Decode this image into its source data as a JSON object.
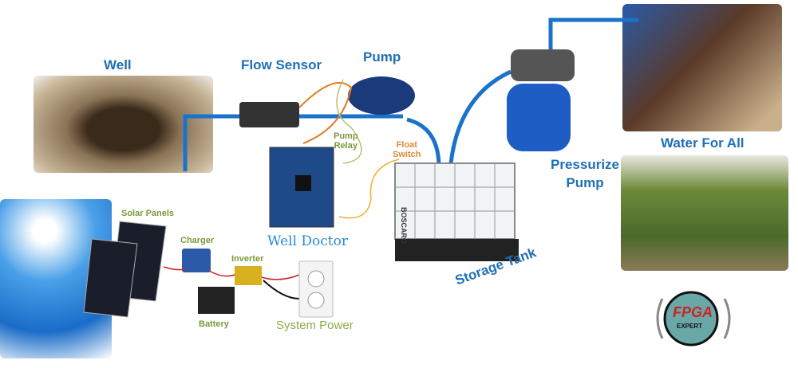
{
  "labels": {
    "well": "Well",
    "flow_sensor": "Flow Sensor",
    "pump": "Pump",
    "water_for_all": "Water For All",
    "pressurize_pump_1": "Pressurize",
    "pressurize_pump_2": "Pump",
    "storage_tank": "Storage Tank",
    "float_switch_1": "Float",
    "float_switch_2": "Switch",
    "pump_relay_1": "Pump",
    "pump_relay_2": "Relay",
    "well_doctor": "Well Doctor",
    "solar_panels": "Solar Panels",
    "charger": "Charger",
    "inverter": "Inverter",
    "battery": "Battery",
    "system_power": "System Power"
  },
  "tank_brand": "BOSCARO",
  "logo": {
    "text": "FPGA",
    "subtext": "EXPERT"
  },
  "colors": {
    "pipe": "#1a73c9",
    "title": "#1f6fb5",
    "green": "#7a9a3a",
    "orange": "#e08a3c",
    "wire": "#f0b030"
  }
}
